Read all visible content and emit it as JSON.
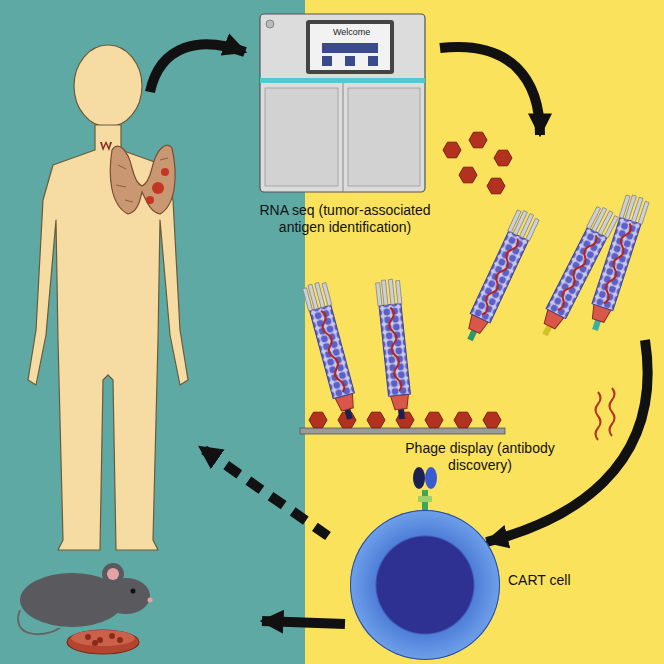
{
  "diagram": {
    "nodes": [
      {
        "text": [
          "RNA seq (tumor-associated antigen identification)"
        ]
      },
      {
        "text": [
          "Phage display (antibody discovery)"
        ]
      },
      {
        "text": [
          "CART cell"
        ]
      }
    ],
    "edges": [
      {
        "from": 0,
        "to": 1,
        "arrow": "to"
      },
      {
        "from": 1,
        "to": 2,
        "arrow": "to"
      }
    ],
    "labels": [
      "Welcome"
    ]
  }
}
